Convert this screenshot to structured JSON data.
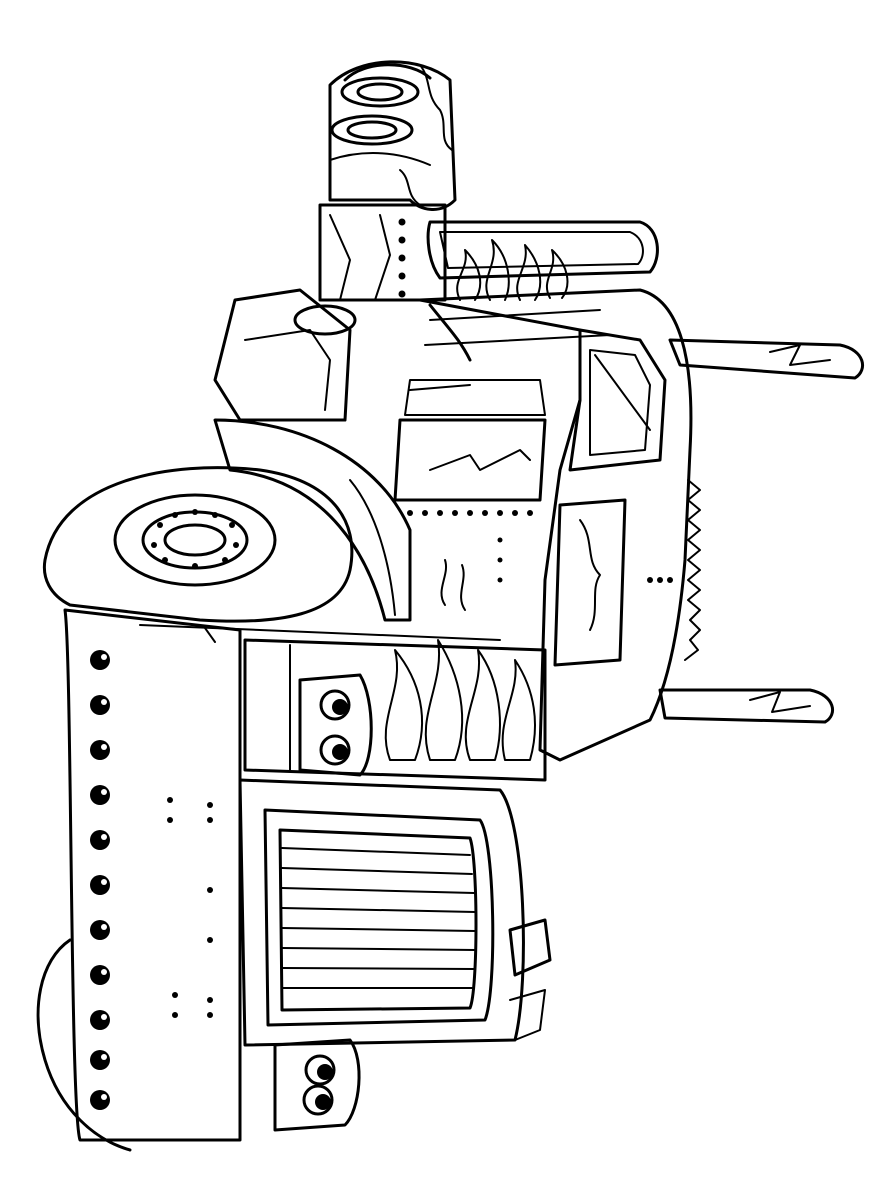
{
  "image": {
    "kind": "line-art coloring page",
    "subject": "truck",
    "background_color": "#ffffff",
    "ink_color": "#000000",
    "icons": [
      "truck-illustration",
      "wheel-icon",
      "grille-icon",
      "flame-decal-icon",
      "headlight-icon",
      "exhaust-stack-icon",
      "mirror-icon"
    ]
  }
}
